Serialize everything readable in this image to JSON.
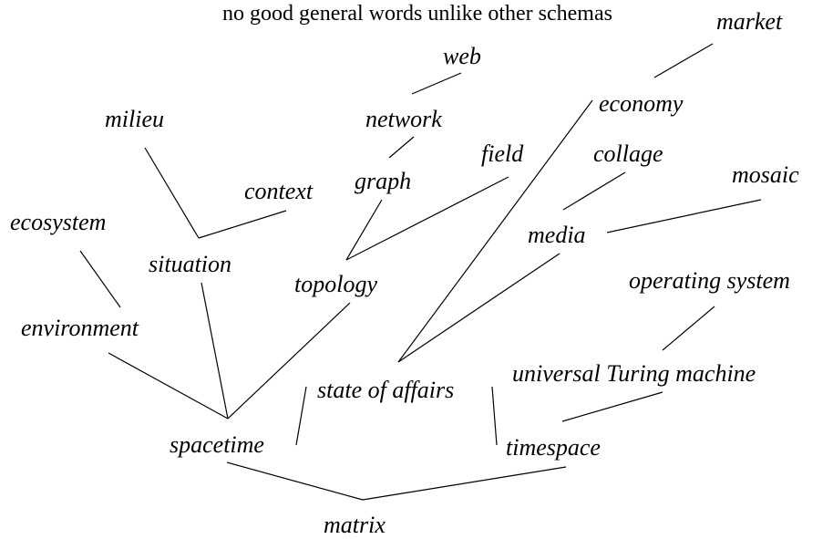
{
  "caption": "no good general words unlike other schemas",
  "nodes": {
    "market": "market",
    "web": "web",
    "economy": "economy",
    "milieu": "milieu",
    "network": "network",
    "field": "field",
    "collage": "collage",
    "context": "context",
    "graph": "graph",
    "mosaic": "mosaic",
    "ecosystem": "ecosystem",
    "media": "media",
    "situation": "situation",
    "operating_system": "operating system",
    "topology": "topology",
    "environment": "environment",
    "state_of_affairs": "state of affairs",
    "universal_turing_machine": "universal Turing machine",
    "spacetime": "spacetime",
    "timespace": "timespace",
    "matrix": "matrix"
  }
}
